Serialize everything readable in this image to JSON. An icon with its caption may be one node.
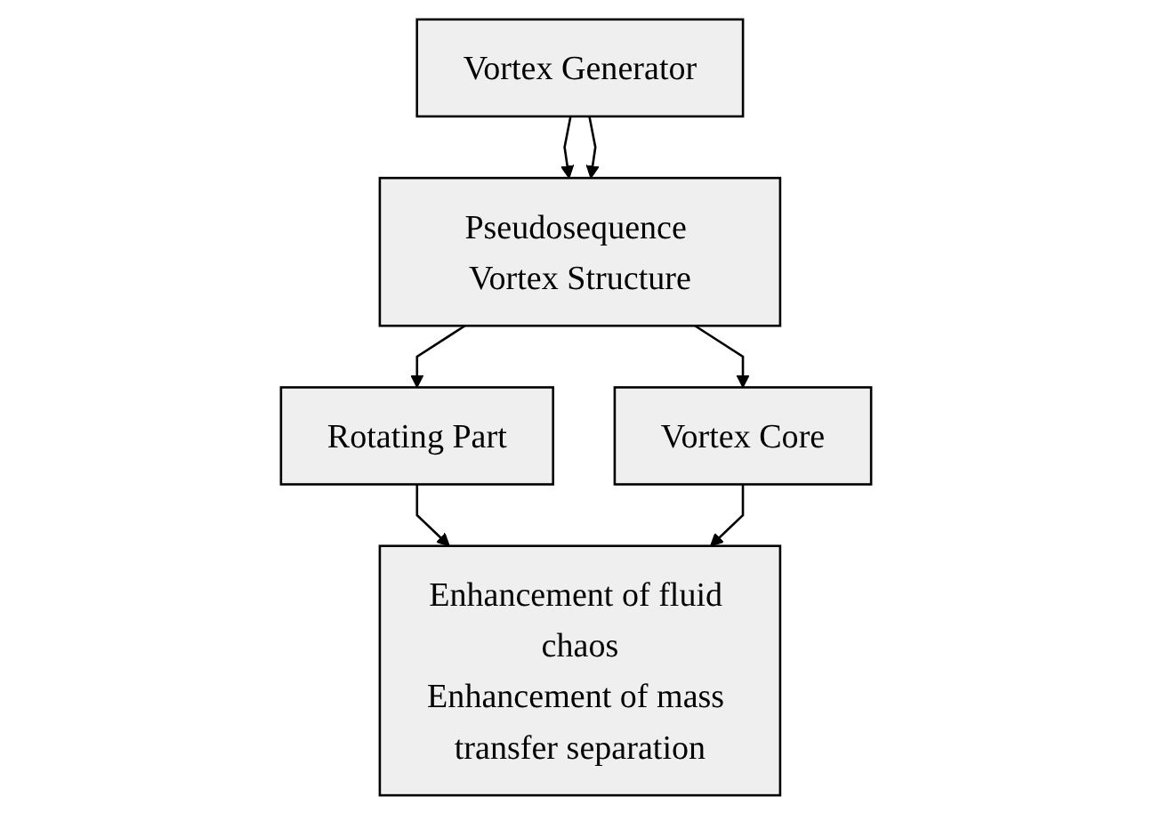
{
  "diagram": {
    "nodes": [
      {
        "text": [
          "Vortex Generator"
        ]
      },
      {
        "text": [
          "Pseudosequence Vortex Structure"
        ]
      },
      {
        "text": [
          "Rotating Part"
        ]
      },
      {
        "text": [
          "Vortex Core"
        ]
      },
      {
        "text": [
          "Enhancement of fluid chaos",
          "Enhancement of mass transfer separation"
        ]
      }
    ],
    "edges": [
      {
        "from": 0,
        "to": 1,
        "arrow": "to"
      },
      {
        "from": 0,
        "to": 1,
        "arrow": "to"
      },
      {
        "from": 1,
        "to": 2,
        "arrow": "to"
      },
      {
        "from": 1,
        "to": 3,
        "arrow": "to"
      },
      {
        "from": 2,
        "to": 4,
        "arrow": "to"
      },
      {
        "from": 3,
        "to": 4,
        "arrow": "to"
      }
    ]
  }
}
